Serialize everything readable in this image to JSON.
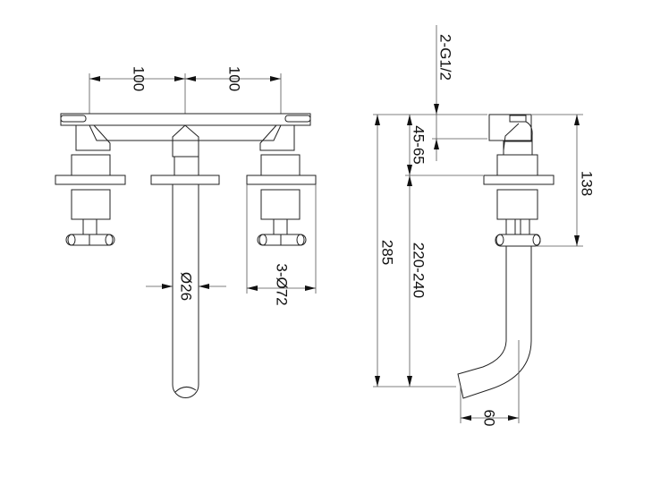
{
  "title": "Wall-mounted three-hole basin mixer dimension drawing",
  "front_view": {
    "dim_left_spacing": "100",
    "dim_right_spacing": "100",
    "dim_spout_diameter": "Ø26",
    "dim_escutcheon_diameter": "3-Ø72"
  },
  "side_view": {
    "dim_inlet_thread": "2-G1/2",
    "dim_wall_depth": "45-65",
    "dim_total_height": "285",
    "dim_spout_height": "220-240",
    "dim_handle_height": "138",
    "dim_spout_reach": "60"
  }
}
